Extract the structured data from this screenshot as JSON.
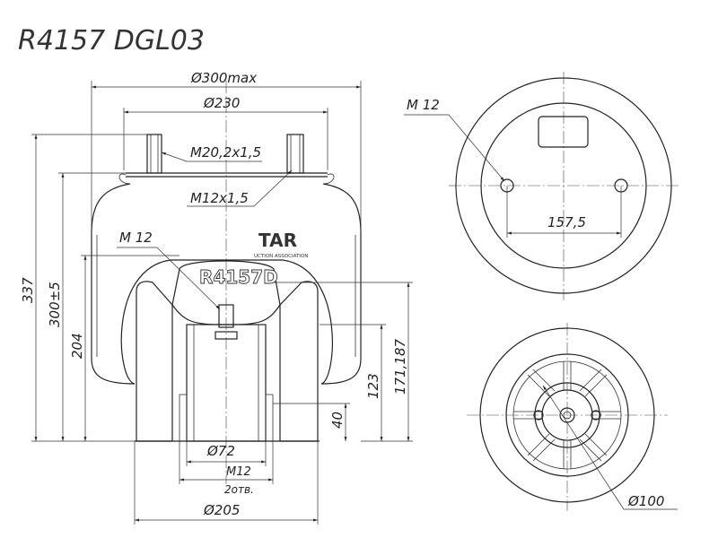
{
  "drawing": {
    "title": "R4157 DGL03",
    "dims": {
      "d_max": "Ø300max",
      "d_top": "Ø230",
      "thread_m20": "M20,2x1,5",
      "thread_m12": "M12x1,5",
      "m12_left": "M 12",
      "h337": "337",
      "h300": "300±5",
      "h204": "204",
      "h123": "123",
      "h171": "171,187",
      "h40": "40",
      "d72": "Ø72",
      "m12_bottom": "M12",
      "holes": "2отв.",
      "d205": "Ø205",
      "m12_top_view": "M 12",
      "w157": "157,5",
      "d100": "Ø100"
    },
    "logo": {
      "brand": "TAR",
      "tagline": "UCTION ASSOCIATION",
      "part": "R4157D"
    }
  }
}
